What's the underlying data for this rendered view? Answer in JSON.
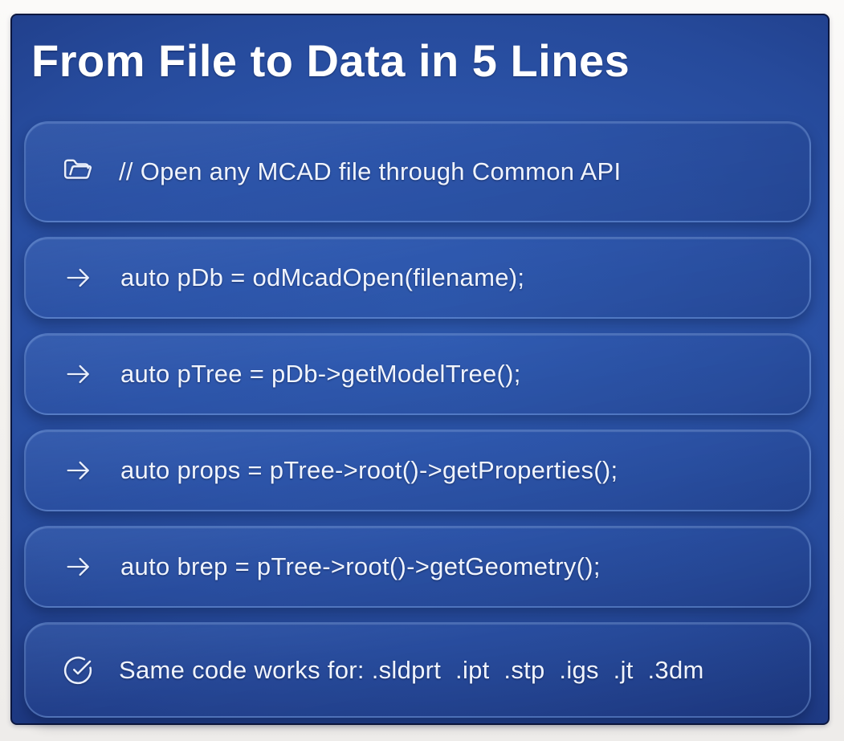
{
  "slide": {
    "title": "From File to Data in 5 Lines",
    "rows": [
      {
        "icon": "folder-open-icon",
        "text": "// Open any MCAD file through Common API"
      },
      {
        "icon": "arrow-right-icon",
        "text": "auto pDb = odMcadOpen(filename);"
      },
      {
        "icon": "arrow-right-icon",
        "text": "auto pTree = pDb->getModelTree();"
      },
      {
        "icon": "arrow-right-icon",
        "text": "auto props = pTree->root()->getProperties();"
      },
      {
        "icon": "arrow-right-icon",
        "text": "auto brep = pTree->root()->getGeometry();"
      },
      {
        "icon": "check-circle-icon",
        "text": "Same code works for: .sldprt  .ipt  .stp  .igs  .jt  .3dm"
      }
    ],
    "supported_extensions": [
      ".sldprt",
      ".ipt",
      ".stp",
      ".igs",
      ".jt",
      ".3dm"
    ],
    "colors": {
      "slide_center": "#2d57ae",
      "slide_edge": "#15245a",
      "box_border": "#82a5e3",
      "frame_background": "#f3f1ee",
      "text": "#ffffff"
    }
  }
}
